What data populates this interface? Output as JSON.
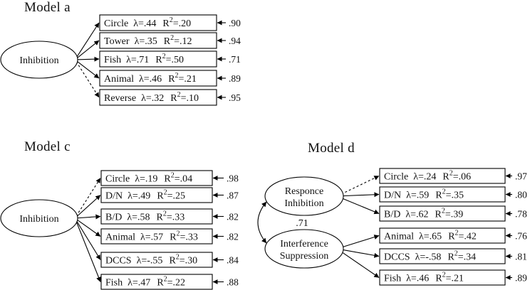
{
  "arrow_color": "#000000",
  "model_a": {
    "title": "Model a",
    "factor": "Inhibition",
    "indicators": [
      {
        "name": "Circle",
        "lambda": ".44",
        "r2": ".20",
        "error": ".90",
        "dashed": false
      },
      {
        "name": "Tower",
        "lambda": ".35",
        "r2": ".12",
        "error": ".94",
        "dashed": false
      },
      {
        "name": "Fish",
        "lambda": ".71",
        "r2": ".50",
        "error": ".71",
        "dashed": false
      },
      {
        "name": "Animal",
        "lambda": ".46",
        "r2": ".21",
        "error": ".89",
        "dashed": false
      },
      {
        "name": "Reverse",
        "lambda": ".32",
        "r2": ".10",
        "error": ".95",
        "dashed": true
      }
    ]
  },
  "model_c": {
    "title": "Model c",
    "factor": "Inhibition",
    "indicators": [
      {
        "name": "Circle",
        "lambda": ".19",
        "r2": ".04",
        "error": ".98",
        "dashed": true
      },
      {
        "name": "D/N",
        "lambda": ".49",
        "r2": ".25",
        "error": ".87",
        "dashed": false
      },
      {
        "name": "B/D",
        "lambda": ".58",
        "r2": ".33",
        "error": ".82",
        "dashed": false
      },
      {
        "name": "Animal",
        "lambda": ".57",
        "r2": ".33",
        "error": ".82",
        "dashed": false
      },
      {
        "name": "DCCS",
        "lambda": "-.55",
        "r2": ".30",
        "error": ".84",
        "dashed": false
      },
      {
        "name": "Fish",
        "lambda": ".47",
        "r2": ".22",
        "error": ".88",
        "dashed": false
      }
    ]
  },
  "model_d": {
    "title": "Model d",
    "factor1": {
      "line1": "Responce",
      "line2": "Inhibition"
    },
    "factor2": {
      "line1": "Interference",
      "line2": "Suppression"
    },
    "correlation": ".71",
    "indicators": [
      {
        "name": "Circle",
        "lambda": ".24",
        "r2": ".06",
        "error": ".97",
        "dashed": true,
        "factor": 1
      },
      {
        "name": "D/N",
        "lambda": ".59",
        "r2": ".35",
        "error": ".80",
        "dashed": false,
        "factor": 1
      },
      {
        "name": "B/D",
        "lambda": ".62",
        "r2": ".39",
        "error": ".78",
        "dashed": false,
        "factor": 1
      },
      {
        "name": "Animal",
        "lambda": ".65",
        "r2": ".42",
        "error": ".76",
        "dashed": false,
        "factor": 2
      },
      {
        "name": "DCCS",
        "lambda": "-.58",
        "r2": ".34",
        "error": ".81",
        "dashed": false,
        "factor": 2
      },
      {
        "name": "Fish",
        "lambda": ".46",
        "r2": ".21",
        "error": ".89",
        "dashed": false,
        "factor": 2
      }
    ]
  }
}
